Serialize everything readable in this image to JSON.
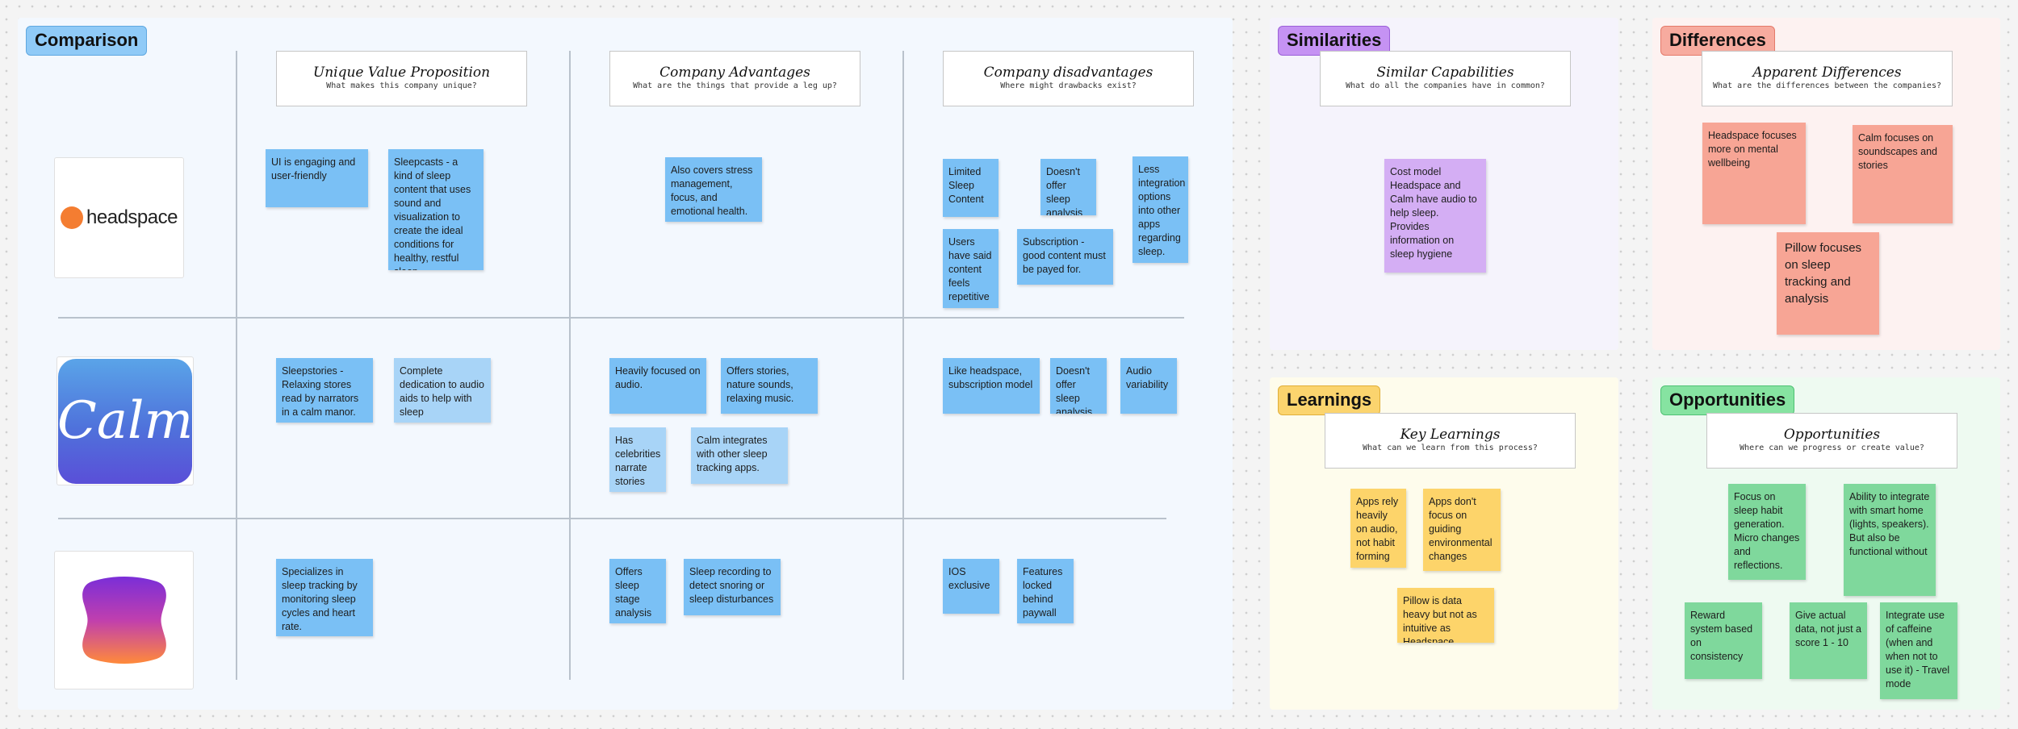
{
  "comparison": {
    "label": "Comparison",
    "columns": [
      {
        "title": "Unique Value Proposition",
        "subtitle": "What makes this company unique?"
      },
      {
        "title": "Company Advantages",
        "subtitle": "What are the things that provide a leg up?"
      },
      {
        "title": "Company disadvantages",
        "subtitle": "Where might drawbacks exist?"
      }
    ],
    "logos": {
      "headspace": "headspace",
      "calm": "Calm"
    },
    "headspace": {
      "uvp": [
        "UI is engaging and user-friendly",
        "Sleepcasts - a kind of sleep content that uses sound and visualization to create the ideal conditions for healthy, restful sleep"
      ],
      "adv": [
        "Also covers stress management, focus, and emotional health."
      ],
      "dis": [
        "Limited Sleep Content",
        "Doesn't offer sleep analysis",
        "Less integration options into other apps regarding sleep.",
        "Users have said content feels repetitive",
        "Subscription - good content must be payed for."
      ]
    },
    "calm": {
      "uvp": [
        "Sleepstories - Relaxing stores read by narrators in a calm manor.",
        "Complete dedication to audio aids to help with sleep"
      ],
      "adv": [
        "Heavily focused on audio.",
        "Offers stories, nature sounds, relaxing music.",
        "Has celebrities narrate stories",
        "Calm integrates with other sleep tracking apps."
      ],
      "dis": [
        "Like headspace, subscription model",
        "Doesn't offer sleep analysis",
        "Audio variability"
      ]
    },
    "pillow": {
      "uvp": [
        "Specializes in sleep tracking by monitoring sleep cycles and heart rate."
      ],
      "adv": [
        "Offers sleep stage analysis",
        "Sleep recording to detect snoring or sleep disturbances"
      ],
      "dis": [
        "IOS exclusive",
        "Features locked behind paywall"
      ]
    }
  },
  "similarities": {
    "label": "Similarities",
    "title": "Similar Capabilities",
    "subtitle": "What do all the companies have in common?",
    "notes": [
      "Cost model Headspace and Calm have audio to help sleep. Provides information on sleep hygiene"
    ]
  },
  "differences": {
    "label": "Differences",
    "title": "Apparent Differences",
    "subtitle": "What are the differences between the companies?",
    "notes": [
      "Headspace focuses more on mental wellbeing",
      "Calm focuses on soundscapes and stories",
      "Pillow focuses on sleep tracking and analysis"
    ]
  },
  "learnings": {
    "label": "Learnings",
    "title": "Key Learnings",
    "subtitle": "What can we learn from this process?",
    "notes": [
      "Apps rely heavily on audio, not habit forming",
      "Apps don't focus on guiding environmental changes",
      "Pillow is data heavy but not as intuitive as Headspace"
    ]
  },
  "opportunities": {
    "label": "Opportunities",
    "title": "Opportunities",
    "subtitle": "Where can we progress or create value?",
    "notes": [
      "Focus on sleep habit generation. Micro changes and reflections.",
      "Ability to integrate with smart home (lights, speakers). But also be functional without",
      "Reward system based on consistency",
      "Give actual data, not just a score 1 - 10",
      "Integrate use of caffeine (when and when not to use it) - Travel mode"
    ]
  },
  "colors": {
    "comparison_bg": "#f3f8fe",
    "comparison_label": "#8fcaf7",
    "similarities_bg": "#f5f3fc",
    "similarities_label": "#c592f3",
    "differences_bg": "#fdf2f1",
    "differences_label": "#f7ab9f",
    "learnings_bg": "#fefcec",
    "learnings_label": "#fbd46e",
    "opportunities_bg": "#eefaf1",
    "opportunities_label": "#86e3a1",
    "headspace_orange": "#f47d31"
  }
}
